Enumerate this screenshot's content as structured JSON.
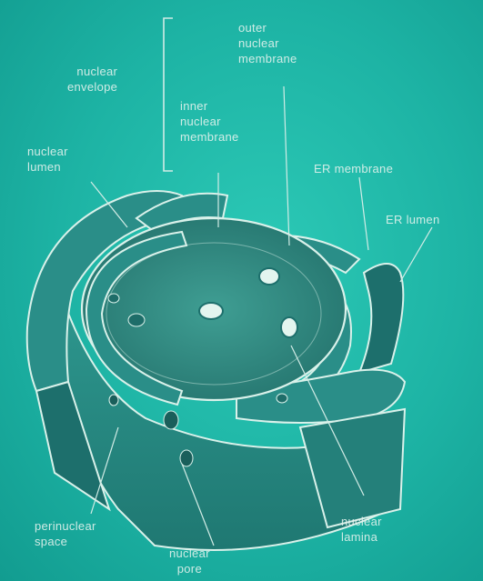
{
  "colors": {
    "background": "#1fb8a8",
    "membrane_fill": "#2a8e88",
    "membrane_dark": "#1d6f6c",
    "outline": "#d9f1ea",
    "leader_line": "#d2ece6"
  },
  "labels": {
    "outer_nuclear_membrane": "outer\nnuclear\nmembrane",
    "nuclear_envelope": "nuclear\nenvelope",
    "inner_nuclear_membrane": "inner\nnuclear\nmembrane",
    "nuclear_lumen": "nuclear\nlumen",
    "er_membrane": "ER membrane",
    "er_lumen": "ER lumen",
    "perinuclear_space": "perinuclear\nspace",
    "nuclear_pore": "nuclear\npore",
    "nuclear_lamina": "nuclear\nlamina"
  }
}
